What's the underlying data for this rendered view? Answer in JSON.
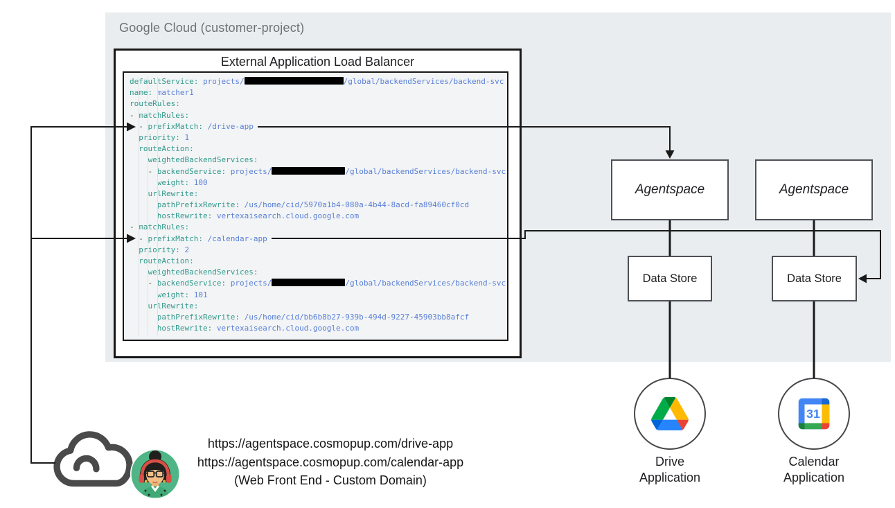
{
  "panel": {
    "title": "Google Cloud (customer-project)"
  },
  "load_balancer": {
    "title": "External Application Load Balancer"
  },
  "code": {
    "lines": [
      [
        {
          "t": "defaultService:",
          "c": "k"
        },
        {
          "t": " ",
          "c": "p"
        },
        {
          "t": "projects/",
          "c": "v"
        },
        {
          "c": "r",
          "w": 143
        },
        {
          "t": "/global/backendServices/backend-svc",
          "c": "v"
        }
      ],
      [
        {
          "t": "name:",
          "c": "k"
        },
        {
          "t": " ",
          "c": "p"
        },
        {
          "t": "matcher1",
          "c": "v"
        }
      ],
      [
        {
          "t": "routeRules:",
          "c": "k"
        }
      ],
      [
        {
          "t": "- ",
          "c": "p"
        },
        {
          "t": "matchRules:",
          "c": "k"
        }
      ],
      [
        {
          "t": "  - ",
          "c": "p"
        },
        {
          "t": "prefixMatch:",
          "c": "k"
        },
        {
          "t": " ",
          "c": "p"
        },
        {
          "t": "/drive-app",
          "c": "v"
        }
      ],
      [
        {
          "t": "  ",
          "c": "p"
        },
        {
          "t": "priority:",
          "c": "k"
        },
        {
          "t": " ",
          "c": "p"
        },
        {
          "t": "1",
          "c": "v"
        }
      ],
      [
        {
          "t": "  ",
          "c": "p"
        },
        {
          "t": "routeAction:",
          "c": "k"
        }
      ],
      [
        {
          "t": "    ",
          "c": "p"
        },
        {
          "t": "weightedBackendServices:",
          "c": "k"
        }
      ],
      [
        {
          "t": "    - ",
          "c": "p"
        },
        {
          "t": "backendService:",
          "c": "k"
        },
        {
          "t": " ",
          "c": "p"
        },
        {
          "t": "projects/",
          "c": "v"
        },
        {
          "c": "r",
          "w": 106
        },
        {
          "t": "/global/backendServices/backend-svc",
          "c": "v"
        }
      ],
      [
        {
          "t": "      ",
          "c": "p"
        },
        {
          "t": "weight:",
          "c": "k"
        },
        {
          "t": " ",
          "c": "p"
        },
        {
          "t": "100",
          "c": "v"
        }
      ],
      [
        {
          "t": "    ",
          "c": "p"
        },
        {
          "t": "urlRewrite:",
          "c": "k"
        }
      ],
      [
        {
          "t": "      ",
          "c": "p"
        },
        {
          "t": "pathPrefixRewrite:",
          "c": "k"
        },
        {
          "t": " ",
          "c": "p"
        },
        {
          "t": "/us/home/cid/5970a1b4-080a-4b44-8acd-fa89460cf0cd",
          "c": "v"
        }
      ],
      [
        {
          "t": "      ",
          "c": "p"
        },
        {
          "t": "hostRewrite:",
          "c": "k"
        },
        {
          "t": " ",
          "c": "p"
        },
        {
          "t": "vertexaisearch.cloud.google.com",
          "c": "v"
        }
      ],
      [
        {
          "t": "- ",
          "c": "p"
        },
        {
          "t": "matchRules:",
          "c": "k"
        }
      ],
      [
        {
          "t": "  - ",
          "c": "p"
        },
        {
          "t": "prefixMatch:",
          "c": "k"
        },
        {
          "t": " ",
          "c": "p"
        },
        {
          "t": "/calendar-app",
          "c": "v"
        }
      ],
      [
        {
          "t": "  ",
          "c": "p"
        },
        {
          "t": "priority:",
          "c": "k"
        },
        {
          "t": " ",
          "c": "p"
        },
        {
          "t": "2",
          "c": "v"
        }
      ],
      [
        {
          "t": "  ",
          "c": "p"
        },
        {
          "t": "routeAction:",
          "c": "k"
        }
      ],
      [
        {
          "t": "    ",
          "c": "p"
        },
        {
          "t": "weightedBackendServices:",
          "c": "k"
        }
      ],
      [
        {
          "t": "    - ",
          "c": "p"
        },
        {
          "t": "backendService:",
          "c": "k"
        },
        {
          "t": " ",
          "c": "p"
        },
        {
          "t": "projects/",
          "c": "v"
        },
        {
          "c": "r",
          "w": 106
        },
        {
          "t": "/global/backendServices/backend-svc",
          "c": "v"
        }
      ],
      [
        {
          "t": "      ",
          "c": "p"
        },
        {
          "t": "weight:",
          "c": "k"
        },
        {
          "t": " ",
          "c": "p"
        },
        {
          "t": "101",
          "c": "v"
        }
      ],
      [
        {
          "t": "    ",
          "c": "p"
        },
        {
          "t": "urlRewrite:",
          "c": "k"
        }
      ],
      [
        {
          "t": "      ",
          "c": "p"
        },
        {
          "t": "pathPrefixRewrite:",
          "c": "k"
        },
        {
          "t": " ",
          "c": "p"
        },
        {
          "t": "/us/home/cid/bb6b8b27-939b-494d-9227-45903bb8afcf",
          "c": "v"
        }
      ],
      [
        {
          "t": "      ",
          "c": "p"
        },
        {
          "t": "hostRewrite:",
          "c": "k"
        },
        {
          "t": " ",
          "c": "p"
        },
        {
          "t": "vertexaisearch.cloud.google.com",
          "c": "v"
        }
      ]
    ]
  },
  "nodes": {
    "agentspace_left": "Agentspace",
    "agentspace_right": "Agentspace",
    "datastore_left": "Data Store",
    "datastore_right": "Data Store",
    "drive_label": "Drive\nApplication",
    "calendar_label": "Calendar\nApplication",
    "calendar_day": "31"
  },
  "frontend": {
    "urls": [
      "https://agentspace.cosmopup.com/drive-app",
      "https://agentspace.cosmopup.com/calendar-app"
    ],
    "caption": "(Web Front End - Custom Domain)"
  },
  "icons": [
    "cloud-icon",
    "user-avatar",
    "drive-icon",
    "calendar-icon"
  ],
  "colors": {
    "panel_bg": "#e9edf0",
    "code_bg": "#f2f4f5",
    "yaml_key": "#31998c",
    "yaml_value": "#5a7fd8",
    "yaml_plain": "#455a64",
    "connector": "#1a1a1a",
    "drive_green": "#00ac47",
    "drive_dark_green": "#00832d",
    "drive_blue": "#2684fc",
    "drive_dark_blue": "#0066da",
    "drive_yellow": "#ffba00",
    "drive_red": "#ea4335",
    "calendar_blue": "#4285f4",
    "calendar_dark_blue": "#1967d2",
    "calendar_yellow": "#fbbc04",
    "calendar_green": "#34a853",
    "calendar_dark_green": "#188038",
    "calendar_red": "#ea4335",
    "avatar_bg": "#4fb586",
    "cloud_stroke": "#4a4a4a"
  }
}
